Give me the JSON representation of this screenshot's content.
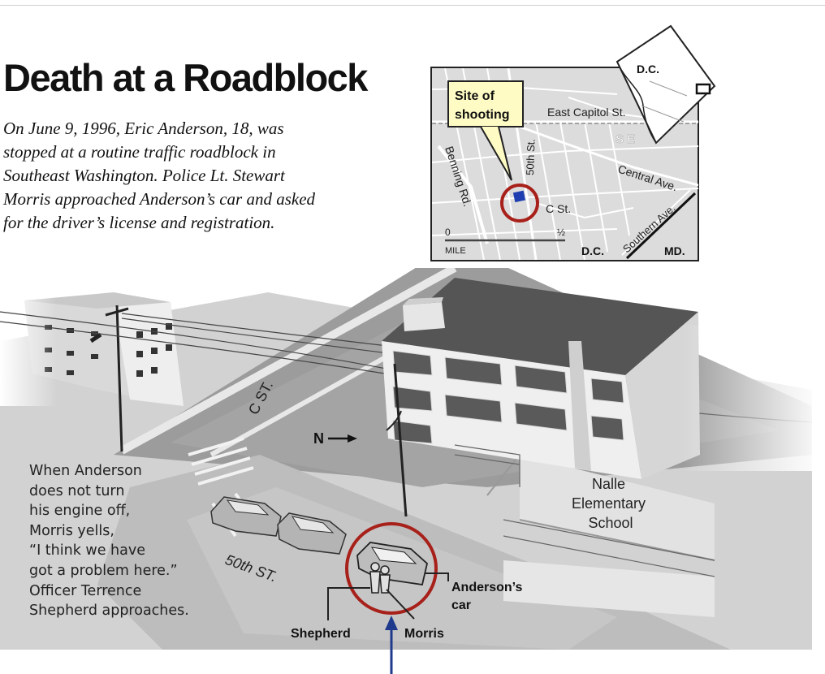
{
  "title": "Death at a Roadblock",
  "intro": [
    "On June 9, 1996, Eric Anderson, 18, was",
    "stopped at a routine traffic roadblock in",
    "Southeast Washington. Police Lt. Stewart",
    "Morris approached Anderson’s car and asked",
    "for the driver’s license and registration."
  ],
  "locator_map": {
    "callout_line1": "Site of",
    "callout_line2": "shooting",
    "dc_label": "D.C.",
    "east_capitol": "East Capitol St.",
    "se_label": "S E",
    "central_ave": "Central Ave.",
    "southern_ave": "Southern Ave.",
    "benning_rd": "Benning Rd.",
    "fiftieth_st": "50th St.",
    "c_st": "C St.",
    "scale_start": "0",
    "scale_end": "½",
    "scale_unit": "MILE",
    "dc_bottom": "D.C.",
    "md_label": "MD."
  },
  "scene": {
    "c_st_label": "C ST.",
    "north_label": "N",
    "fiftieth_st_label": "50th ST.",
    "school": [
      "Nalle",
      "Elementary",
      "School"
    ],
    "andersons_car": [
      "Anderson’s",
      "car"
    ],
    "shepherd": "Shepherd",
    "morris": "Morris"
  },
  "caption": [
    "When Anderson",
    "does not turn",
    "his engine off,",
    "Morris yells,",
    "“I think we have",
    "got a problem here.”",
    "Officer Terrence",
    "Shepherd approaches."
  ],
  "colors": {
    "circle_red": "#a8201a",
    "site_marker_blue": "#1f3fb0",
    "arrow_blue": "#1f3a8c",
    "callout_yellow": "#fffbc4"
  }
}
